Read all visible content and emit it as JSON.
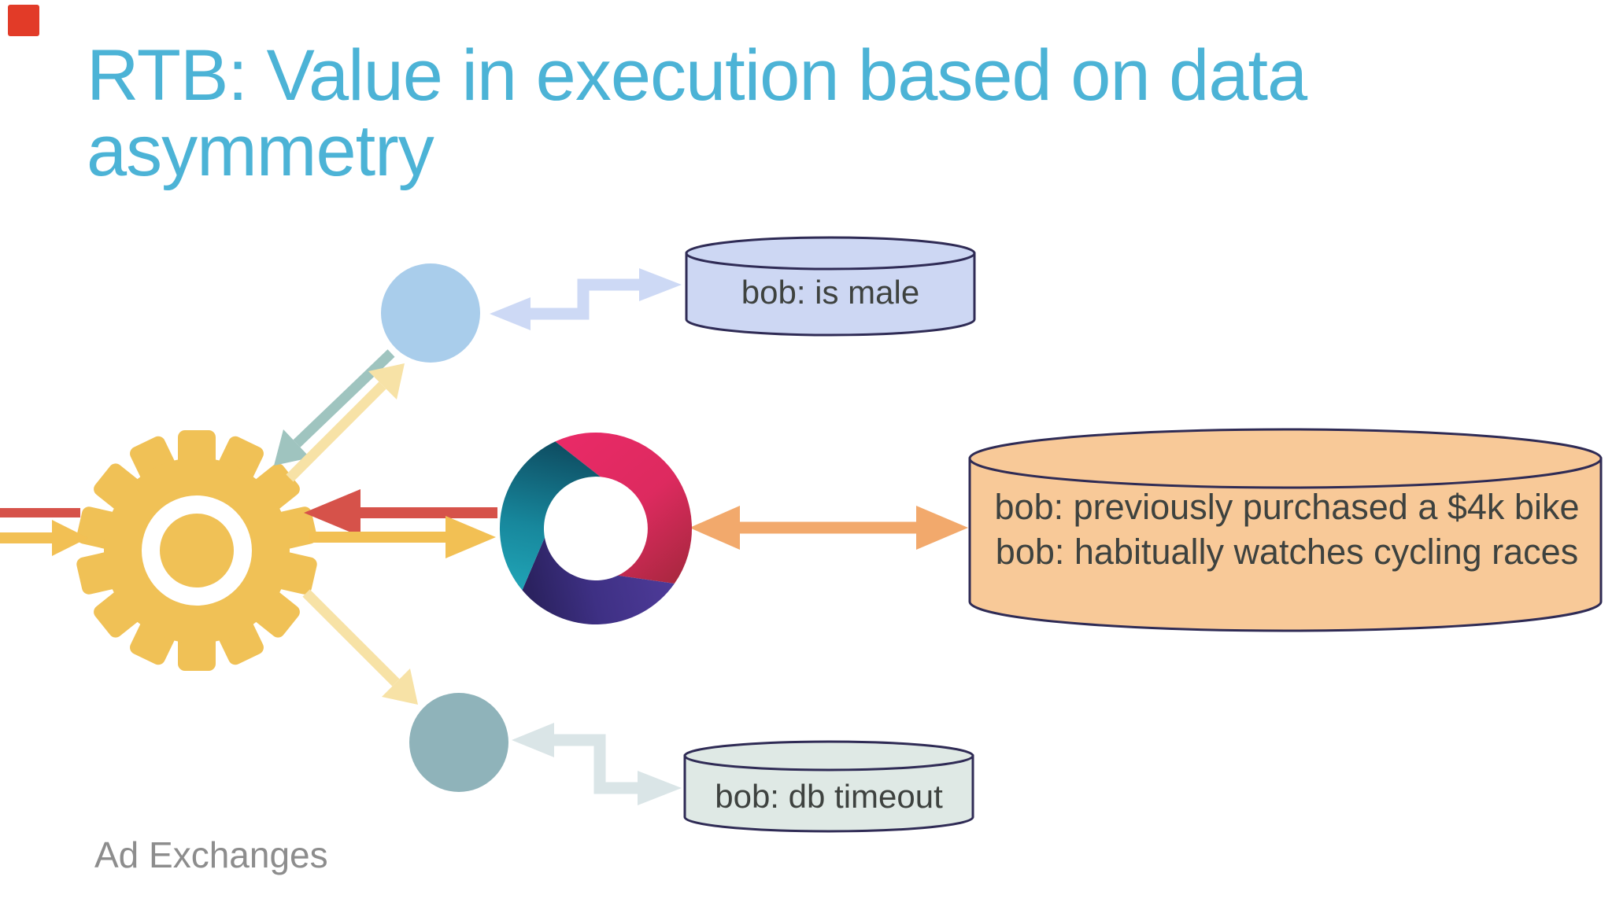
{
  "slide": {
    "title": "RTB: Value in execution based on data asymmetry",
    "footer": "Ad Exchanges"
  },
  "databases": {
    "top": {
      "label": "bob: is male"
    },
    "right": {
      "lines": [
        "bob: previously purchased a $4k bike",
        "bob: habitually watches cycling races"
      ]
    },
    "bottom": {
      "label": "bob: db timeout"
    }
  },
  "colors": {
    "title_text": "#4cb3d6",
    "footer_text": "#8d8d8d",
    "label_text": "#3e423f",
    "corner_marker": "#e23b28",
    "gear_yellow": "#f0c156",
    "red_arrow": "#d6524a",
    "yellow_arrow": "#f2c054",
    "pale_yellow_arrow": "#f7e2a6",
    "teal_arrow": "#9fc4bf",
    "periwinkle_arrow": "#cdd9f5",
    "pale_blue_arrow": "#dae5e7",
    "orange_arrow": "#f2a96c",
    "blue_circle": "#a9cdeb",
    "gray_circle": "#8fb3ba",
    "db_top_fill": "#cdd7f3",
    "db_right_fill": "#f8c998",
    "db_bottom_fill": "#dfe9e5",
    "db_stroke": "#2f2b55",
    "donut_pink": "#e92a67",
    "donut_crimson": "#aa2840",
    "donut_purple": "#43338a",
    "donut_teal": "#1a93a8"
  }
}
